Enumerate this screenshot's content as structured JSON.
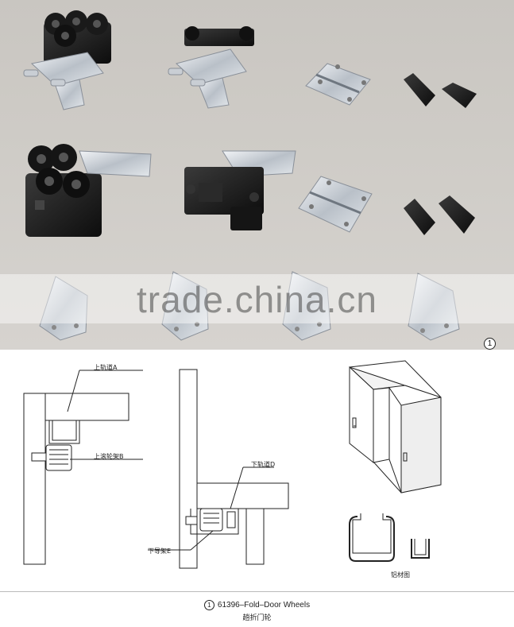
{
  "watermark": "trade.china.cn",
  "photo_number": "1",
  "diagram_labels": {
    "upper_track": "上轨道A",
    "upper_roller_frame": "上滚轮架B",
    "lower_track": "下轨道D",
    "lower_guide_frame": "下导架E",
    "profile": "铝材图"
  },
  "caption": {
    "number": "1",
    "title": "61396–Fold–Door Wheels",
    "subtitle": "趟折门轮"
  }
}
